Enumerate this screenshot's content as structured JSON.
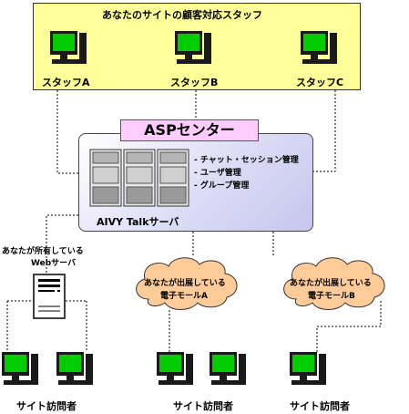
{
  "staff_section": {
    "title": "あなたのサイトの顧客対応スタッフ",
    "staff": [
      "スタッフA",
      "スタッフB",
      "スタッフC"
    ]
  },
  "asp_center": {
    "title": "ASPセンター",
    "server_label": "AIVY Talkサーバ",
    "features": [
      "- チャット・セッション管理",
      "- ユーザ管理",
      "- グループ管理"
    ]
  },
  "web_server": {
    "label_line1": "あなたが所有している",
    "label_line2": "Webサーバ"
  },
  "malls": [
    {
      "line1": "あなたが出展している",
      "line2": "電子モールA"
    },
    {
      "line1": "あなたが出展している",
      "line2": "電子モールB"
    }
  ],
  "visitors": [
    "サイト訪問者",
    "サイト訪問者",
    "サイト訪問者"
  ],
  "colors": {
    "staff_bg": "#ffff99",
    "asp_label_bg": "#ffccff",
    "cloud_fill": "#ffcc99",
    "monitor_green": "#00cc00",
    "monitor_dark": "#1a1a1a"
  }
}
